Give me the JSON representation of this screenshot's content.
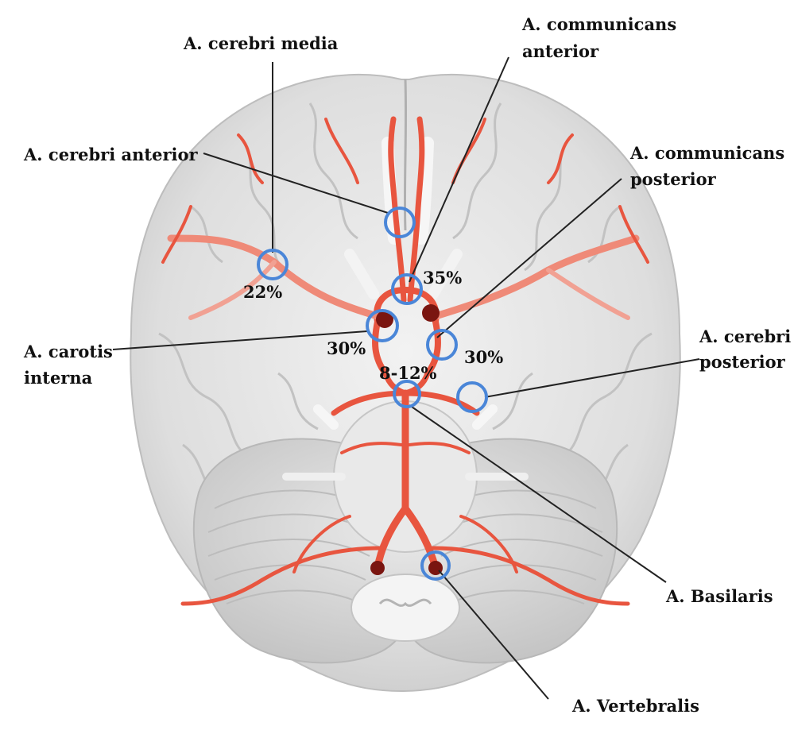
{
  "colors": {
    "artery": "#e8553f",
    "artery_dark": "#c8402d",
    "marker_ring": "#4a86d8",
    "brain_fill": "#e4e4e4",
    "brain_shade": "#cfcfcf",
    "leader_line": "#222222",
    "text": "#111111"
  },
  "labels": {
    "cerebri_media": "A.  cerebri media",
    "communicans_anterior_line1": "A. communicans",
    "communicans_anterior_line2": "anterior",
    "cerebri_anterior": "A. cerebri anterior",
    "communicans_posterior_line1": "A. communicans",
    "communicans_posterior_line2": "posterior",
    "carotis_interna_line1": "A. carotis",
    "carotis_interna_line2": "interna",
    "cerebri_posterior_line1": "A. cerebri",
    "cerebri_posterior_line2": "posterior",
    "basilaris": "A. Basilaris",
    "vertebralis": "A. Vertebralis"
  },
  "percentages": {
    "media": "22%",
    "communicans_anterior": "35%",
    "carotis": "30%",
    "communicans_posterior": "30%",
    "basilaris_tip": "8-12%"
  },
  "icons": {
    "marker": "circle-ring-icon"
  }
}
